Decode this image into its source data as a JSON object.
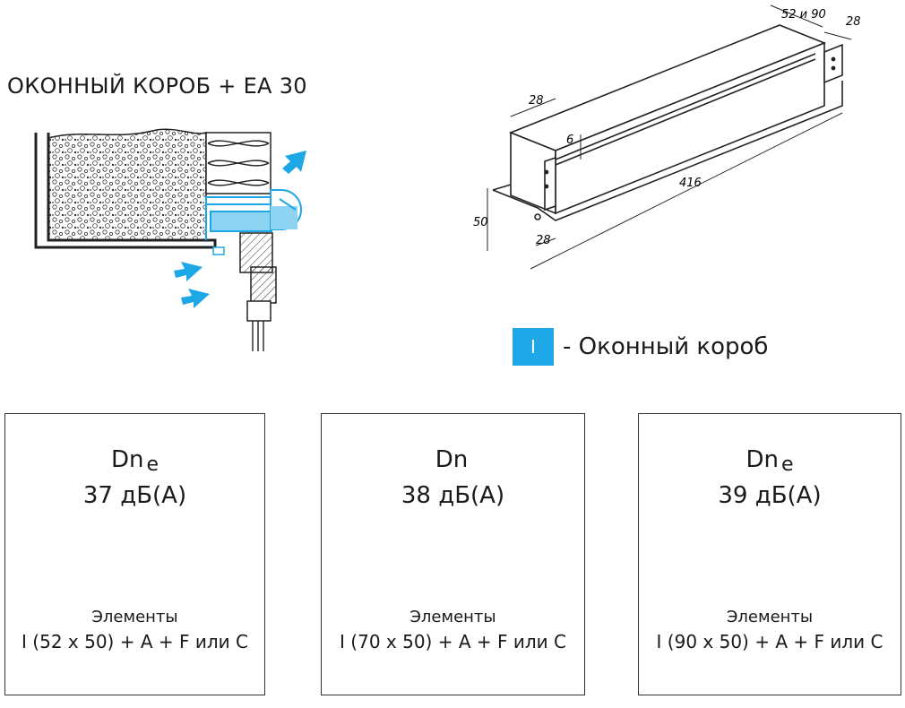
{
  "title": "ОКОННЫЙ  КОРОБ + EA 30",
  "legend": {
    "symbol": "I",
    "text": "- Оконный короб",
    "color": "#1ea7e6"
  },
  "section_drawing": {
    "icons": [
      "masonry-wall-icon",
      "insulation-icon",
      "airflow-arrow-icon",
      "window-frame-icon",
      "window-box-icon"
    ],
    "arrow_color": "#1ea7e6"
  },
  "iso_drawing": {
    "dims": {
      "top_width": "52 и 90",
      "top_flange": "28",
      "left_top": "28",
      "slot": "6",
      "length": "416",
      "height": "50",
      "bottom": "28"
    }
  },
  "cards": [
    {
      "dn": "Dn",
      "sub": "e",
      "db": "37 дБ(A)",
      "label": "Элементы",
      "value": "I (52 x 50) + A + F или C"
    },
    {
      "dn": "Dn",
      "sub": "",
      "db": "38 дБ(A)",
      "label": "Элементы",
      "value": "I (70 x 50) + A + F или C"
    },
    {
      "dn": "Dn",
      "sub": "e",
      "db": "39 дБ(A)",
      "label": "Элементы",
      "value": "I (90 x 50) + A + F или C"
    }
  ]
}
